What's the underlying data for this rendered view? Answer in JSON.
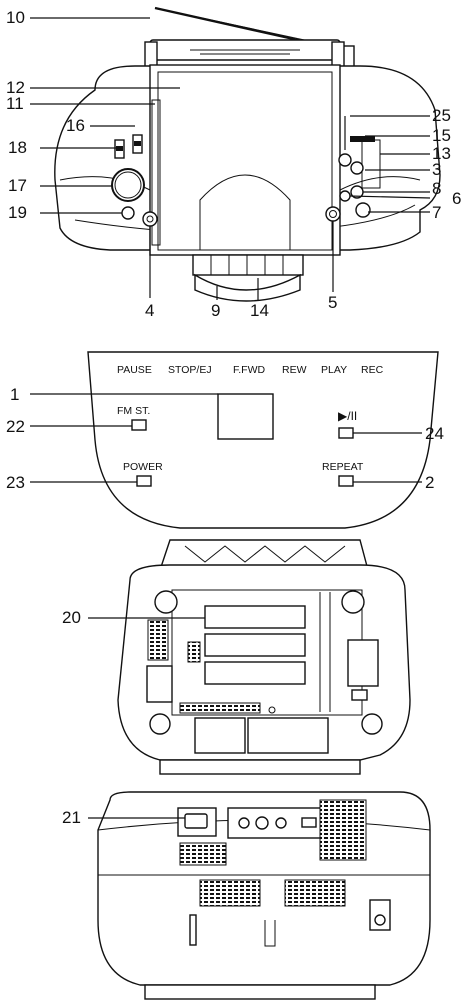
{
  "diagram": {
    "callouts": [
      "1",
      "2",
      "3",
      "4",
      "5",
      "6",
      "7",
      "8",
      "9",
      "10",
      "11",
      "12",
      "13",
      "14",
      "15",
      "16",
      "17",
      "18",
      "19",
      "20",
      "21",
      "22",
      "23",
      "24",
      "25"
    ],
    "panel_labels": {
      "pause": "PAUSE",
      "stop_ej": "STOP/EJ",
      "ffwd": "F.FWD",
      "rew": "REW",
      "play": "PLAY",
      "rec": "REC",
      "fm_st": "FM ST.",
      "power": "POWER",
      "play_pause": "▶/II",
      "repeat": "REPEAT"
    }
  }
}
